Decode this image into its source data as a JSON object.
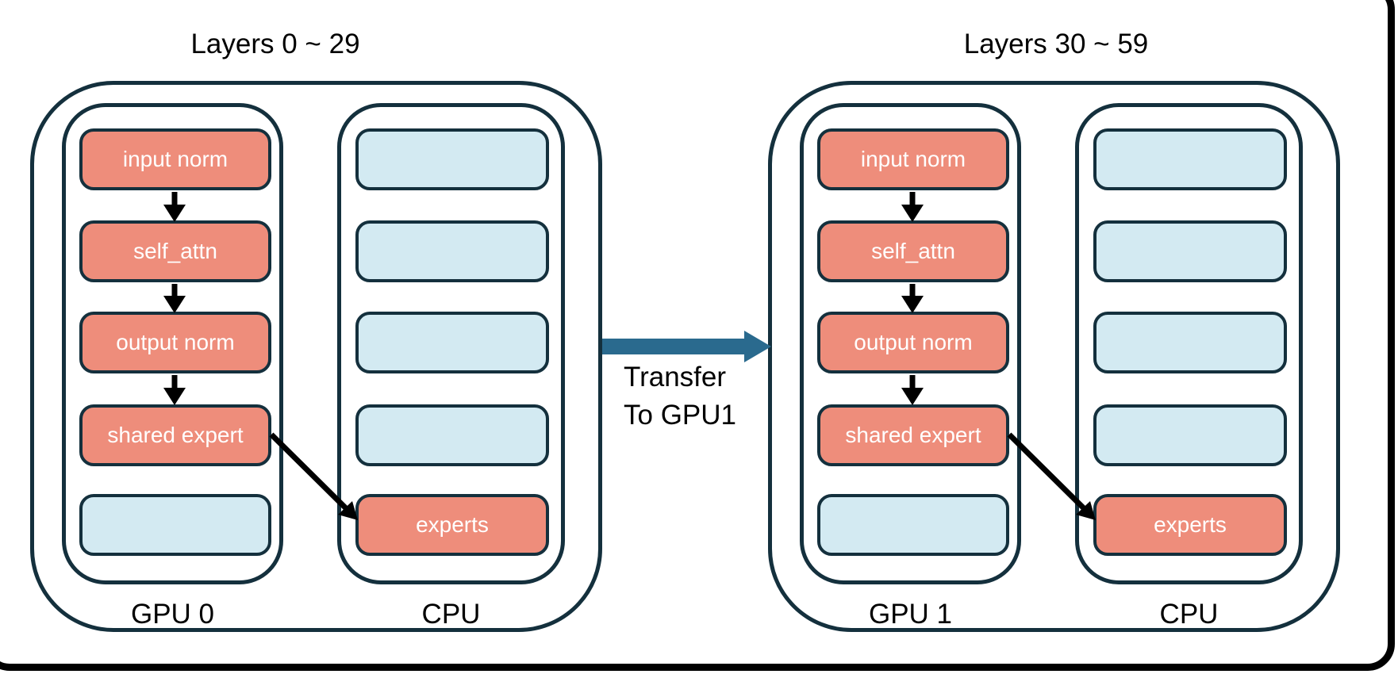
{
  "colors": {
    "stroke": "#14303d",
    "module_fill": "#ee8d7b",
    "empty_fill": "#d3eaf2",
    "transfer_arrow": "#2a6a8e",
    "flow_arrow": "#000000"
  },
  "groups": [
    {
      "title": "Layers 0 ~ 29",
      "columns": [
        {
          "label": "GPU 0",
          "boxes": [
            {
              "label": "input norm",
              "type": "module"
            },
            {
              "label": "self_attn",
              "type": "module"
            },
            {
              "label": "output norm",
              "type": "module"
            },
            {
              "label": "shared expert",
              "type": "module"
            },
            {
              "label": "",
              "type": "empty"
            }
          ]
        },
        {
          "label": "CPU",
          "boxes": [
            {
              "label": "",
              "type": "empty"
            },
            {
              "label": "",
              "type": "empty"
            },
            {
              "label": "",
              "type": "empty"
            },
            {
              "label": "",
              "type": "empty"
            },
            {
              "label": "experts",
              "type": "module"
            }
          ]
        }
      ]
    },
    {
      "title": "Layers 30 ~ 59",
      "columns": [
        {
          "label": "GPU 1",
          "boxes": [
            {
              "label": "input norm",
              "type": "module"
            },
            {
              "label": "self_attn",
              "type": "module"
            },
            {
              "label": "output norm",
              "type": "module"
            },
            {
              "label": "shared expert",
              "type": "module"
            },
            {
              "label": "",
              "type": "empty"
            }
          ]
        },
        {
          "label": "CPU",
          "boxes": [
            {
              "label": "",
              "type": "empty"
            },
            {
              "label": "",
              "type": "empty"
            },
            {
              "label": "",
              "type": "empty"
            },
            {
              "label": "",
              "type": "empty"
            },
            {
              "label": "experts",
              "type": "module"
            }
          ]
        }
      ]
    }
  ],
  "transfer": {
    "line1": "Transfer",
    "line2": "To GPU1"
  }
}
